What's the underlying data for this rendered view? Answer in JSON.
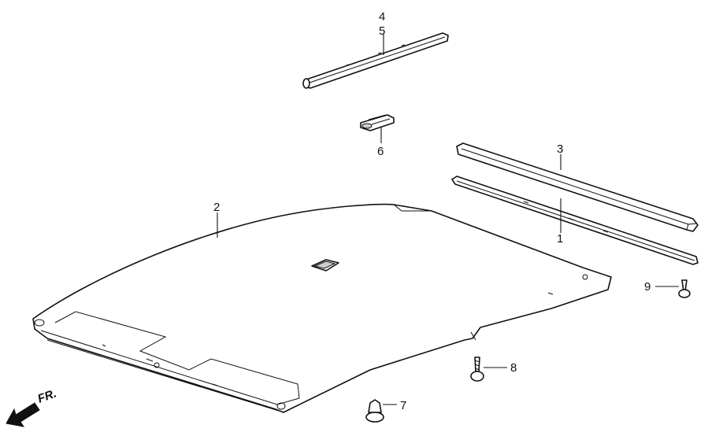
{
  "callouts": {
    "n1": "1",
    "n2": "2",
    "n3": "3",
    "n4": "4",
    "n5": "5",
    "n6": "6",
    "n7": "7",
    "n8": "8",
    "n9": "9"
  },
  "front_indicator": {
    "label": "FR.",
    "icon": "front-direction-arrow-icon"
  },
  "parts": [
    {
      "ref": "1",
      "shape": "side-rail-strip"
    },
    {
      "ref": "2",
      "shape": "headliner-panel"
    },
    {
      "ref": "3",
      "shape": "roof-molding"
    },
    {
      "ref": "4",
      "shape": "weatherstrip-bar"
    },
    {
      "ref": "5",
      "shape": "weatherstrip-bar"
    },
    {
      "ref": "6",
      "shape": "clip"
    },
    {
      "ref": "7",
      "shape": "push-rivet"
    },
    {
      "ref": "8",
      "shape": "screw"
    },
    {
      "ref": "9",
      "shape": "screw"
    }
  ]
}
